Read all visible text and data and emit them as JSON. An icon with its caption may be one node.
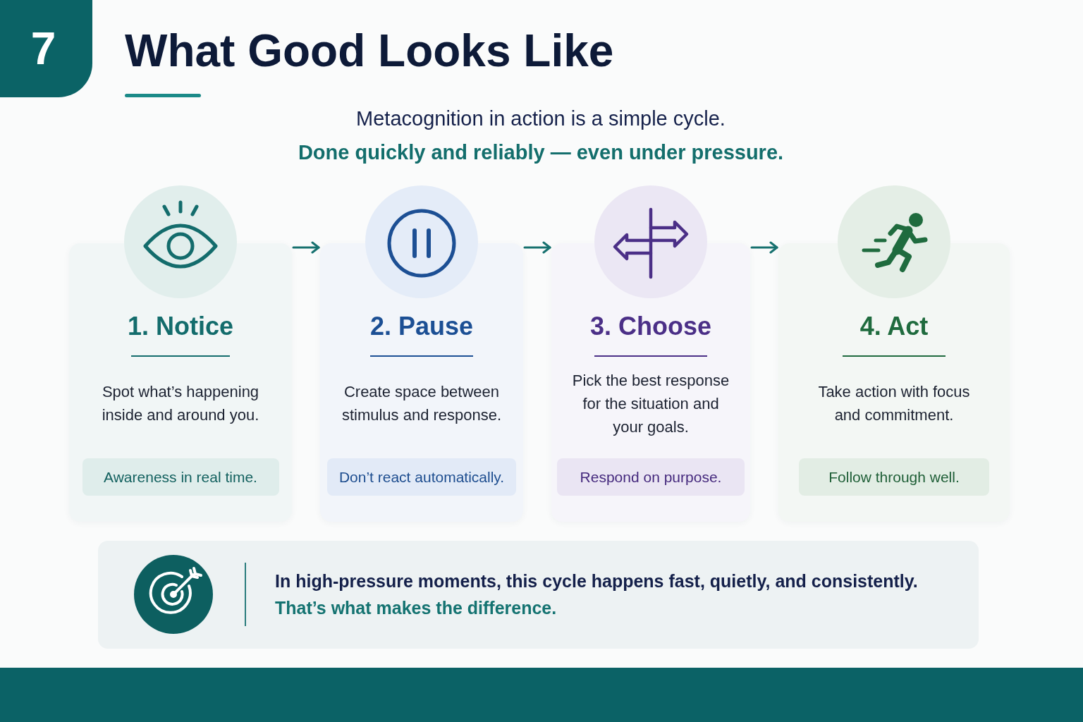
{
  "diagram": {
    "title": "What Good Looks Like",
    "nodes": [
      {
        "text": [
          "7"
        ]
      },
      {
        "text": [
          "1. Notice",
          "Spot what’s happening inside and around you."
        ]
      },
      {
        "text": [
          "Awareness in real time."
        ],
        "in": 1
      },
      {
        "text": [
          "2. Pause",
          "Create space between stimulus and response."
        ]
      },
      {
        "text": [
          "Don’t react automatically."
        ],
        "in": 3
      },
      {
        "text": [
          "3. Choose",
          "Pick the best response for the situation and your goals."
        ]
      },
      {
        "text": [
          "Respond on purpose."
        ],
        "in": 5
      },
      {
        "text": [
          "4. Act",
          "Take action with focus and commitment."
        ]
      },
      {
        "text": [
          "Follow through well."
        ],
        "in": 7
      },
      {
        "text": [
          "In high-pressure moments, this cycle happens fast, quietly, and consistently.",
          "That’s what makes the difference."
        ]
      }
    ],
    "edges": [
      {
        "from": 1,
        "to": 3,
        "arrow": "to"
      },
      {
        "from": 3,
        "to": 5,
        "arrow": "to"
      },
      {
        "from": 5,
        "to": 7,
        "arrow": "to"
      }
    ],
    "labels": [
      "Metacognition in action is a simple cycle.",
      "Done quickly and reliably — even under pressure."
    ]
  }
}
